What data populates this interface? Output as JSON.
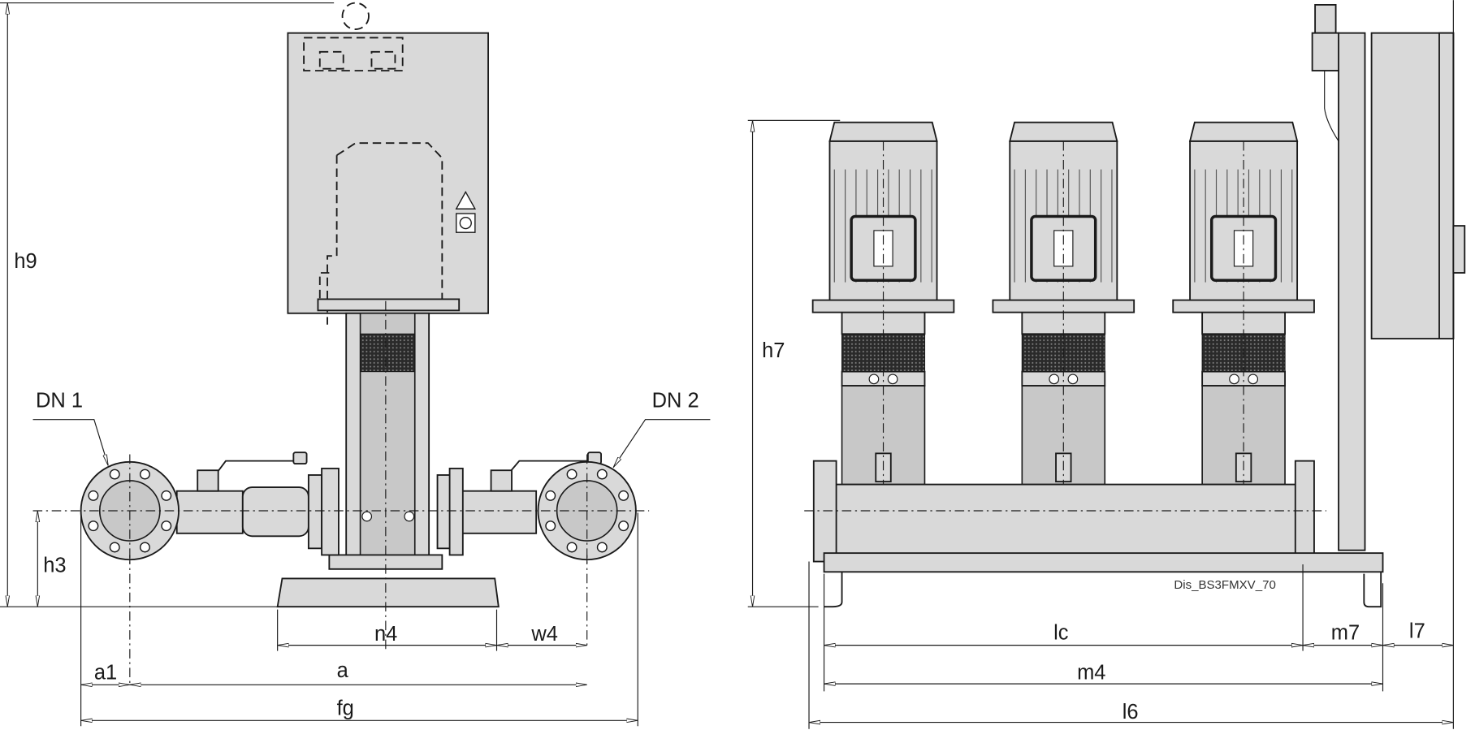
{
  "drawing_id": "Dis_BS3FMXV_70",
  "front_view": {
    "dimensions": {
      "h9": "h9",
      "h3": "h3",
      "n4": "n4",
      "w4": "w4",
      "a1": "a1",
      "a": "a",
      "fg": "fg"
    },
    "connections": {
      "inlet": "DN 1",
      "outlet": "DN 2"
    }
  },
  "side_view": {
    "dimensions": {
      "h7": "h7",
      "lc": "lc",
      "m7": "m7",
      "l7": "l7",
      "m4": "m4",
      "l6": "l6"
    },
    "pump_count": 3
  }
}
